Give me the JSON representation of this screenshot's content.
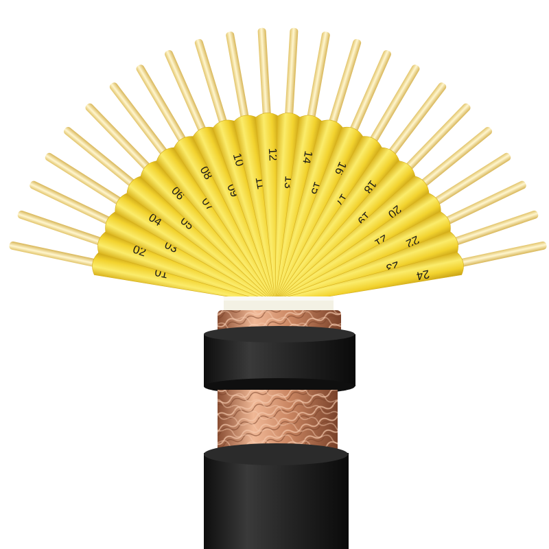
{
  "image": {
    "subject": "Shielded multi-core control cable cross-section",
    "background": "#ffffff"
  },
  "colors": {
    "core_insulation": "#f2d22e",
    "core_insulation_light": "#fbec6b",
    "core_insulation_shadow": "#d9b21a",
    "conductor": "#f3dc8a",
    "conductor_light": "#fff6cf",
    "separator_tape": "#f3f1e4",
    "copper_braid": "#c98561",
    "copper_braid_light": "#f0b896",
    "copper_braid_dark": "#8a4e33",
    "outer_jacket": "#1b1b1b",
    "outer_jacket_light": "#3a3a3a",
    "label_text": "#1a1a1a"
  },
  "cores": [
    {
      "label": "01"
    },
    {
      "label": "02"
    },
    {
      "label": "03"
    },
    {
      "label": "04"
    },
    {
      "label": "05"
    },
    {
      "label": "06"
    },
    {
      "label": "07"
    },
    {
      "label": "08"
    },
    {
      "label": "09"
    },
    {
      "label": "10"
    },
    {
      "label": "11"
    },
    {
      "label": "12"
    },
    {
      "label": "13"
    },
    {
      "label": "14"
    },
    {
      "label": "15"
    },
    {
      "label": "16"
    },
    {
      "label": "17"
    },
    {
      "label": "18"
    },
    {
      "label": "19"
    },
    {
      "label": "20"
    },
    {
      "label": "21"
    },
    {
      "label": "22"
    },
    {
      "label": "23"
    },
    {
      "label": "24"
    }
  ],
  "layers": [
    {
      "name": "Conductor"
    },
    {
      "name": "Insulation"
    },
    {
      "name": "Separator tape"
    },
    {
      "name": "Inner copper braid shield"
    },
    {
      "name": "Inner sheath"
    },
    {
      "name": "Outer copper braid shield"
    },
    {
      "name": "Outer jacket"
    }
  ]
}
